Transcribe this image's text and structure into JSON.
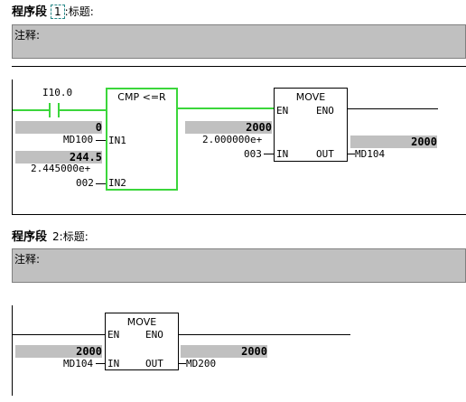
{
  "network1": {
    "label": "程序段",
    "number": "1",
    "title_label": ":标题:",
    "comment_label": "注释:",
    "contact": {
      "address": "I10.0"
    },
    "cmp": {
      "title": "CMP <=R",
      "in1_label": "IN1",
      "in2_label": "IN2",
      "in1_value": "0",
      "in1_operand": "MD100",
      "in2_value": "244.5",
      "in2_sci": "2.445000e+",
      "in2_operand": "002"
    },
    "move": {
      "title": "MOVE",
      "en_label": "EN",
      "eno_label": "ENO",
      "in_label": "IN",
      "out_label": "OUT",
      "in_value": "2000",
      "in_sci": "2.000000e+",
      "in_operand": "003",
      "out_value": "2000",
      "out_operand": "MD104"
    }
  },
  "network2": {
    "label": "程序段",
    "number": "2",
    "title_label": ":标题:",
    "comment_label": "注释:",
    "move": {
      "title": "MOVE",
      "en_label": "EN",
      "eno_label": "ENO",
      "in_label": "IN",
      "out_label": "OUT",
      "in_value": "2000",
      "in_operand": "MD104",
      "out_value": "2000",
      "out_operand": "MD200"
    }
  },
  "colors": {
    "power_flow": "#3bd63b",
    "value_bg": "#c0c0c0",
    "comment_bg": "#c0c0c0"
  }
}
